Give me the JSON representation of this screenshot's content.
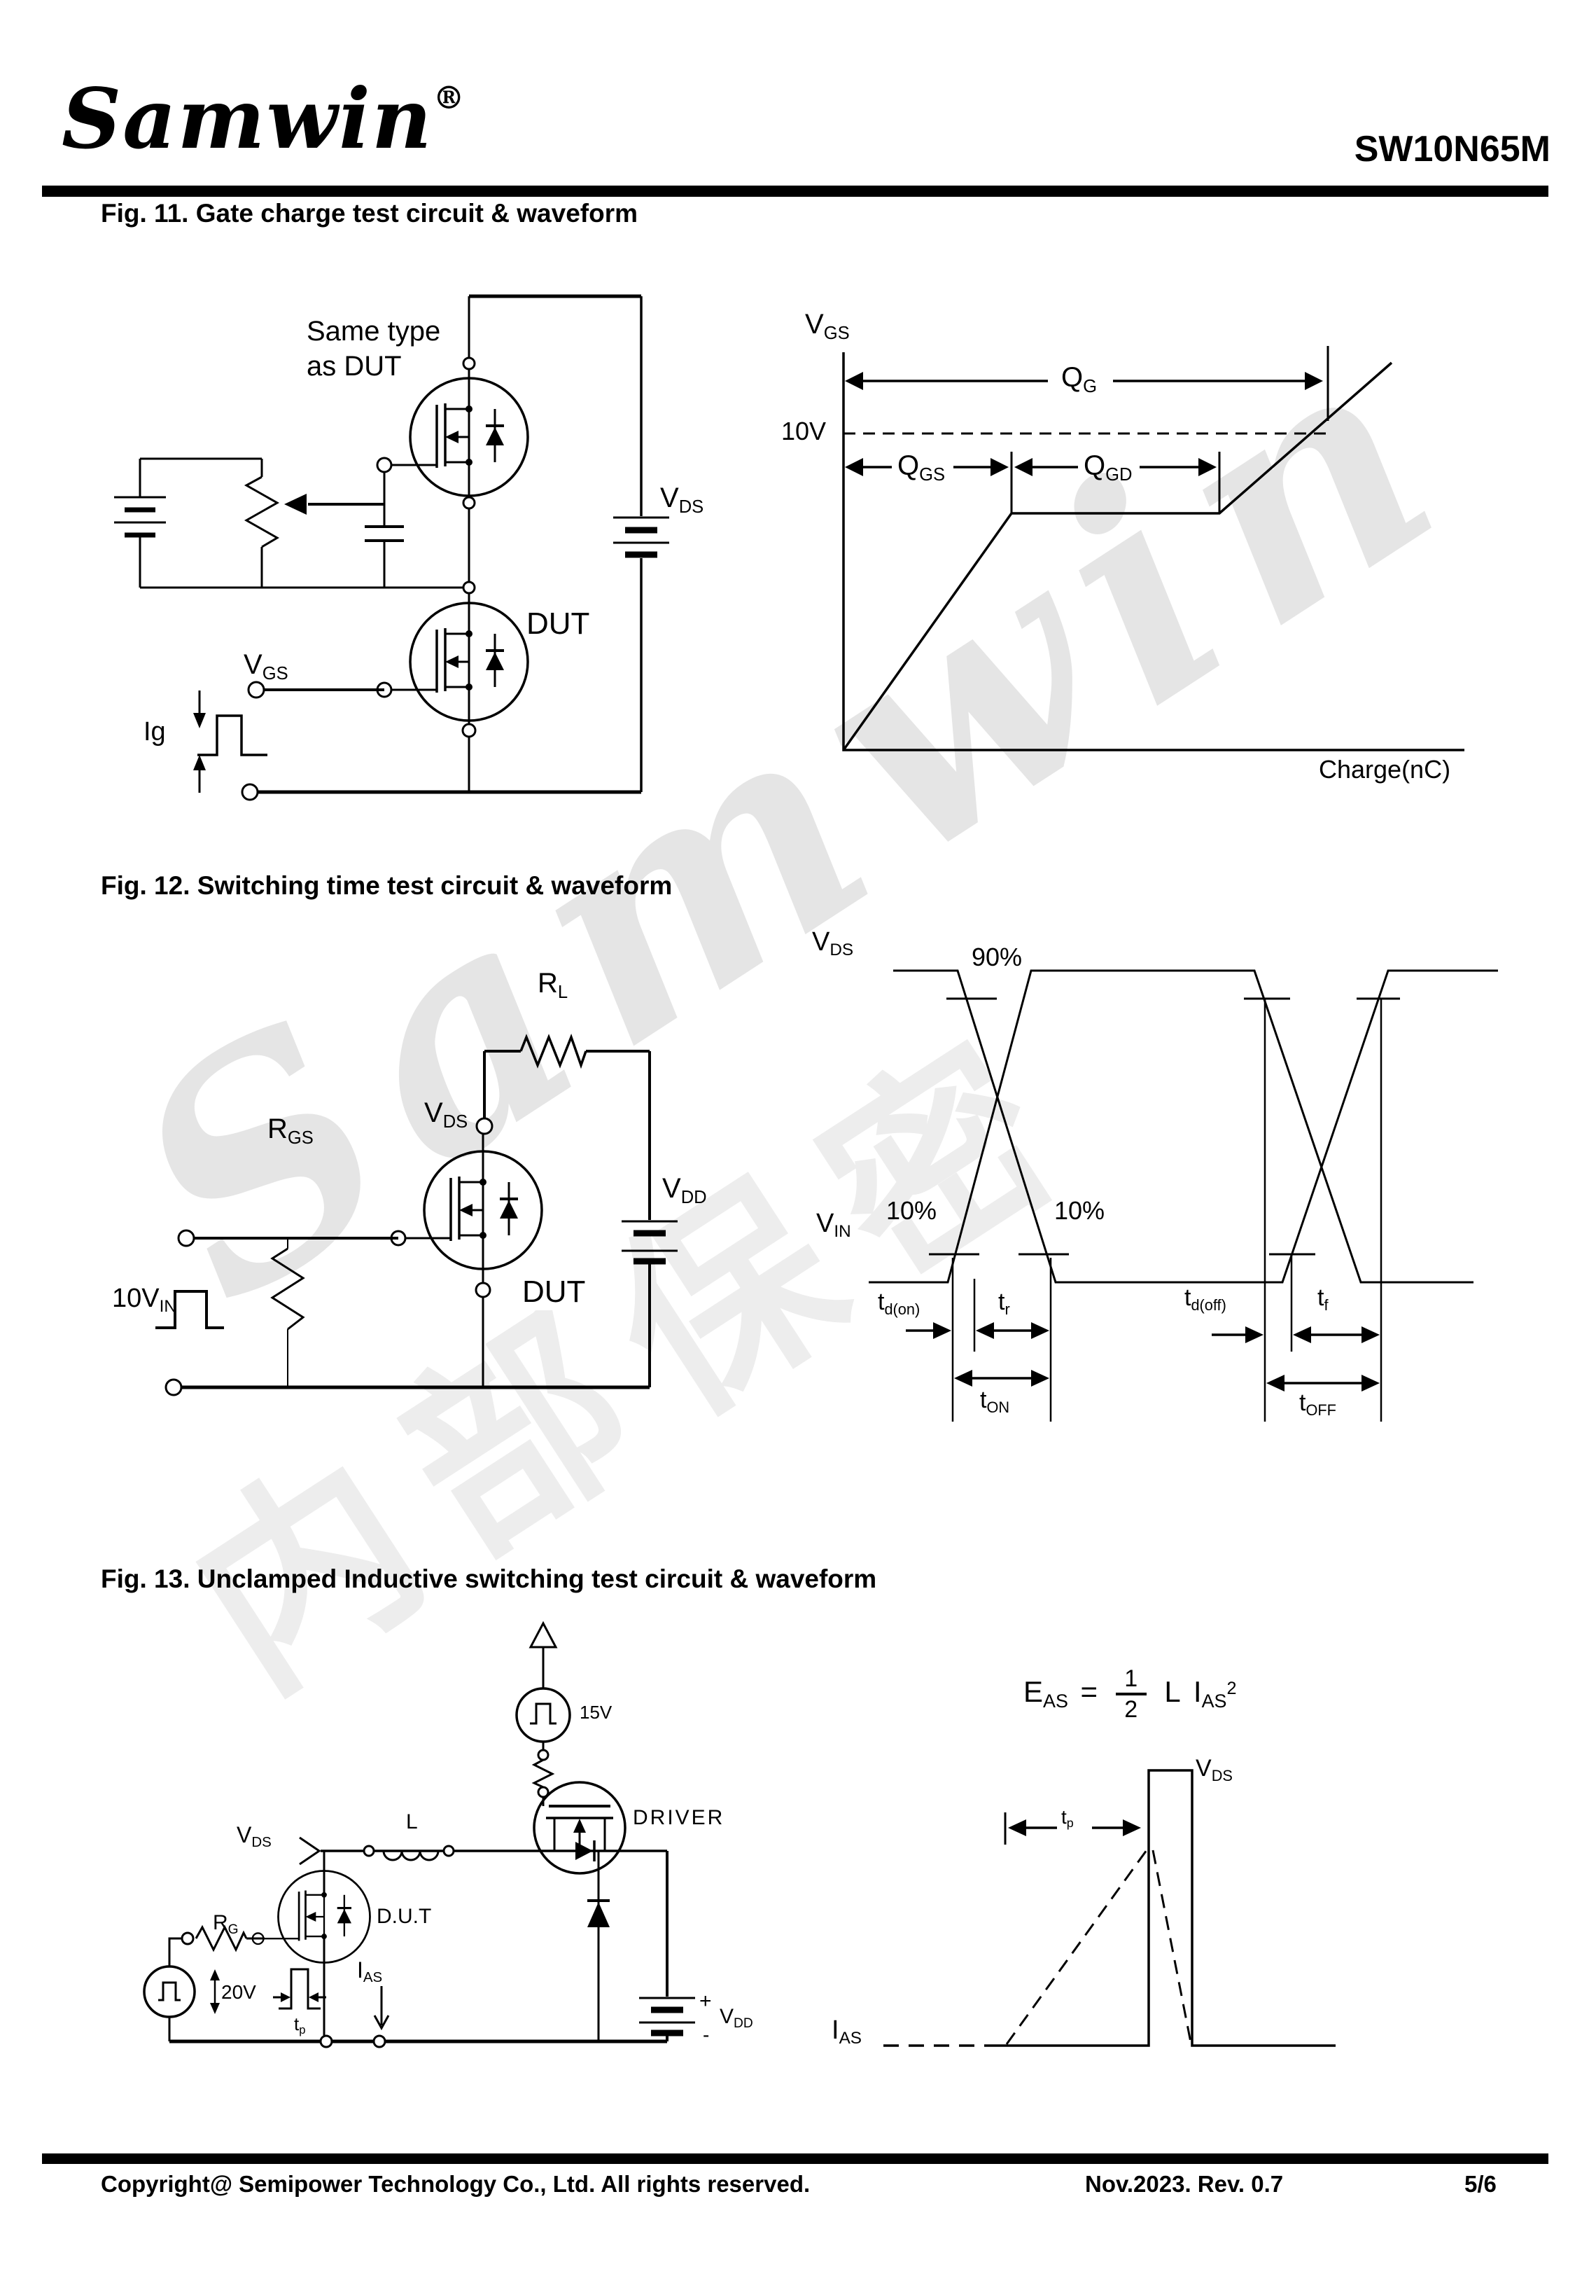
{
  "header": {
    "logo": "Samwin",
    "registered": "®",
    "part_number": "SW10N65M"
  },
  "watermark": {
    "brand": "Samwin",
    "cn": "内部保密"
  },
  "fig11": {
    "title": "Fig. 11. Gate charge test circuit & waveform",
    "circuit": {
      "same_type1": "Same type",
      "same_type2": "as DUT",
      "vds_main": "V",
      "vds_sub": "DS",
      "vgs_main": "V",
      "vgs_sub": "GS",
      "dut": "DUT",
      "ig": "Ig"
    },
    "waveform": {
      "vgs_main": "V",
      "vgs_sub": "GS",
      "level": "10V",
      "qg_main": "Q",
      "qg_sub": "G",
      "qgs_main": "Q",
      "qgs_sub": "GS",
      "qgd_main": "Q",
      "qgd_sub": "GD",
      "xlabel": "Charge(nC)"
    }
  },
  "fig12": {
    "title": "Fig. 12. Switching time test circuit & waveform",
    "circuit": {
      "rl_main": "R",
      "rl_sub": "L",
      "rgs_main": "R",
      "rgs_sub": "GS",
      "vds_main": "V",
      "vds_sub": "DS",
      "vdd_main": "V",
      "vdd_sub": "DD",
      "vin_main": "10V",
      "vin_sub": "IN",
      "dut": "DUT"
    },
    "waveform": {
      "vds_main": "V",
      "vds_sub": "DS",
      "vin_main": "V",
      "vin_sub": "IN",
      "p90": "90%",
      "p10a": "10%",
      "p10b": "10%",
      "tdon_main": "t",
      "tdon_sub": "d(on)",
      "tr_main": "t",
      "tr_sub": "r",
      "tdoff_main": "t",
      "tdoff_sub": "d(off)",
      "tf_main": "t",
      "tf_sub": "f",
      "ton_main": "t",
      "ton_sub": "ON",
      "toff_main": "t",
      "toff_sub": "OFF"
    }
  },
  "fig13": {
    "title": "Fig. 13. Unclamped Inductive switching test circuit & waveform",
    "circuit": {
      "v15": "15V",
      "driver": "DRIVER",
      "l": "L",
      "vds_main": "V",
      "vds_sub": "DS",
      "rg_main": "R",
      "rg_sub": "G",
      "dut": "D.U.T",
      "v20": "20V",
      "tp_main": "t",
      "tp_sub": "p",
      "ias_main": "I",
      "ias_sub": "AS",
      "plus": "+",
      "minus": "-",
      "vdd_main": "V",
      "vdd_sub": "DD"
    },
    "waveform": {
      "eas_main": "E",
      "eas_sub": "AS",
      "eq": "=",
      "num": "1",
      "den": "2",
      "lterm": "L",
      "ias_main": "I",
      "ias_sub": "AS",
      "sq": "2",
      "vds_main": "V",
      "vds_sub": "DS",
      "tp_main": "t",
      "tp_sub": "p",
      "iaxis_main": "I",
      "iaxis_sub": "AS"
    }
  },
  "footer": {
    "copyright": "Copyright@ Semipower Technology Co., Ltd. All rights reserved.",
    "revision": "Nov.2023. Rev. 0.7",
    "page": "5/6"
  }
}
